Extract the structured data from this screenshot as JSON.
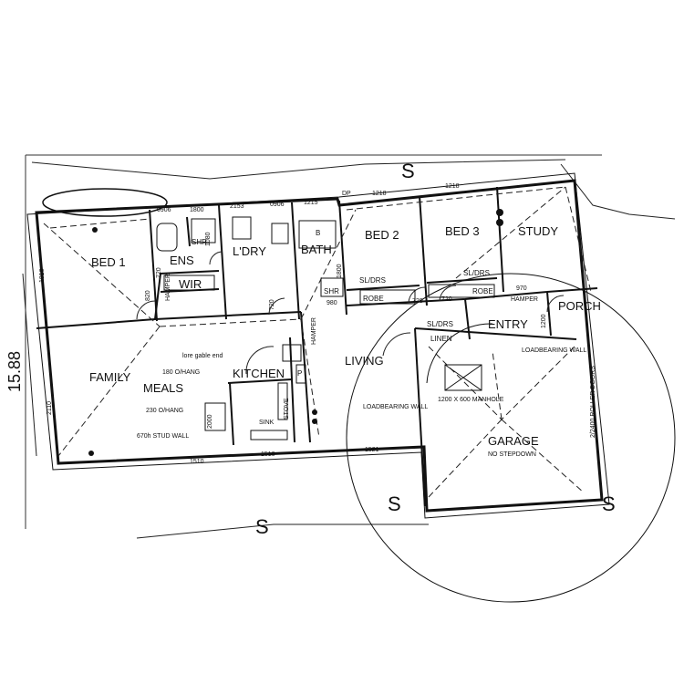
{
  "rooms": {
    "bed1": "BED 1",
    "ens": "ENS",
    "ldry": "L'DRY",
    "bath": "BATH",
    "bed2": "BED 2",
    "bed3": "BED 3",
    "study": "STUDY",
    "family": "FAMILY",
    "meals": "MEALS",
    "kitchen": "KITCHEN",
    "living": "LIVING",
    "entry": "ENTRY",
    "porch": "PORCH",
    "garage": "GARAGE",
    "wir": "WIR"
  },
  "labels": {
    "shr1": "SHR",
    "shr2": "SHR",
    "robe1": "ROBE",
    "robe2": "ROBE",
    "sldrs1": "SL/DRS",
    "sldrs2": "SL/DRS",
    "sldrs3": "SL/DRS",
    "linen": "LINEN",
    "hamper1": "HAMPER",
    "hamper2": "HAMPER",
    "hamper3": "HAMPER",
    "sink": "SINK",
    "stove": "STOVE",
    "p": "P",
    "b": "B",
    "lore_gable": "lore gable end",
    "hang_180": "180 O/HANG",
    "hang_230": "230 O/HANG",
    "stud_wall": "670h STUD WALL",
    "loadbearing": "LOADBEARING WALL",
    "manhole": "1200 X 600 MANHOLE",
    "no_stepdown": "NO STEPDOWN",
    "headbearing": "LOADBEARING WALL",
    "roller_doors": "2/2400 ROLLER DOORS",
    "dp": "DP",
    "side_dim": "15.88",
    "s1": "S",
    "s2": "S",
    "s3": "S",
    "s4": "S"
  },
  "dimensions": {
    "d_0906a": "0906",
    "d_1806": "1800",
    "d_2153": "2153",
    "d_0906b": "0906",
    "d_1215": "1215",
    "d_1218a": "1218",
    "d_1218b": "1218",
    "d_720a": "720",
    "d_720b": "720",
    "d_720c": "720",
    "d_720d": "720",
    "d_820": "820",
    "d_970": "970",
    "d_980": "980",
    "d_1080": "1080",
    "d_1800": "1800",
    "d_1200": "1200",
    "d_2000": "2000",
    "d_1510a": "1510",
    "d_1510b": "1510",
    "d_1521": "1521",
    "d_2110": "2110",
    "d_1810": "1810"
  }
}
